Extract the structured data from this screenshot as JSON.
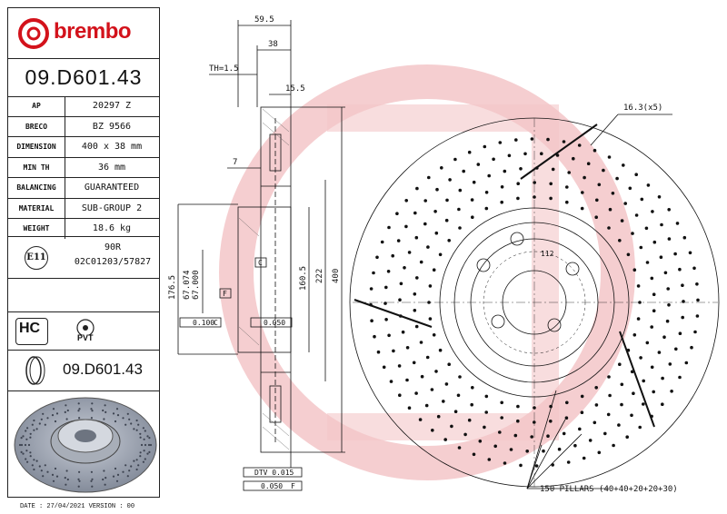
{
  "brand": {
    "name": "brembo",
    "color": "#d3121b"
  },
  "part_number": "09.D601.43",
  "specs": [
    {
      "key": "AP",
      "value": "20297 Z"
    },
    {
      "key": "BRECO",
      "value": "BZ 9566"
    },
    {
      "key": "DIMENSION",
      "value": "400 x 38 mm"
    },
    {
      "key": "MIN TH",
      "value": "36 mm"
    },
    {
      "key": "BALANCING",
      "value": "GUARANTEED"
    },
    {
      "key": "MATERIAL",
      "value": "SUB-GROUP 2"
    },
    {
      "key": "WEIGHT",
      "value": "18.6 kg"
    }
  ],
  "approval": {
    "mark": "E11",
    "line1": "90R",
    "line2": "02C01203/57827"
  },
  "badges": {
    "hc": "HC",
    "pvt": "PVT"
  },
  "footer": "DATE : 27/04/2021 VERSION : 00",
  "drawing": {
    "dims": {
      "w595": "59.5",
      "w38": "38",
      "th": "TH=1.5",
      "w155": "15.5",
      "w7": "7",
      "d1765": "176.5",
      "d67074": "67.074",
      "d67000": "67.000",
      "d1605": "160.5",
      "d222": "222",
      "d400": "400",
      "holes": "16.3(x5)",
      "pcd": "112",
      "datum_c": "C",
      "datum_f": "F",
      "tol1": "0.100",
      "tol1ref": "C",
      "tol2": "0.050",
      "dtv": "DTV 0.015",
      "tol3": "0.050",
      "tol3ref": "F",
      "pillars": "150 PILLARS (40+40+20+20+30)"
    }
  },
  "watermark_color": "#f2c2c4"
}
